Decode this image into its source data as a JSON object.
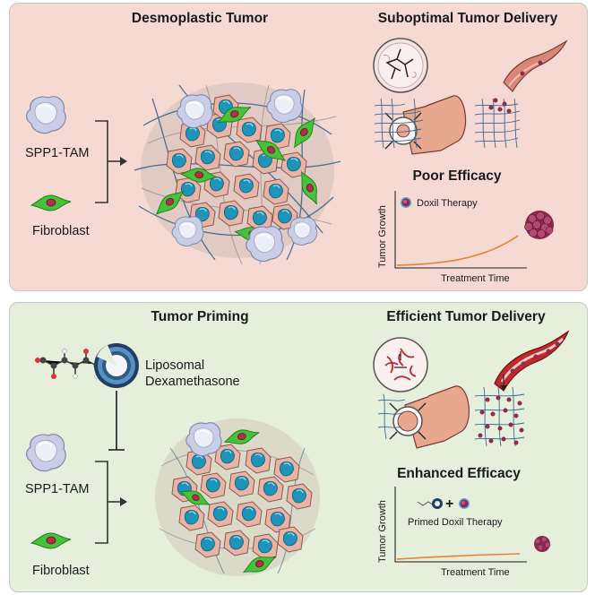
{
  "top": {
    "title_left": "Desmoplastic Tumor",
    "title_right": "Suboptimal Tumor Delivery",
    "efficacy_title": "Poor Efficacy",
    "cell_labels": [
      "SPP1-TAM",
      "Fibroblast"
    ],
    "legend_label": "Doxil Therapy",
    "y_axis": "Tumor Growth",
    "x_axis": "Treatment Time"
  },
  "bottom": {
    "title_left": "Tumor Priming",
    "title_right": "Efficient Tumor Delivery",
    "efficacy_title": "Enhanced Efficacy",
    "drug_label_line1": "Liposomal",
    "drug_label_line2": "Dexamethasone",
    "cell_labels": [
      "SPP1-TAM",
      "Fibroblast"
    ],
    "legend_plus": "+",
    "legend_label": "Primed Doxil Therapy",
    "y_axis": "Tumor Growth",
    "x_axis": "Treatment Time"
  },
  "colors": {
    "top_panel": "#f6d9d3",
    "bottom_panel": "#e6efdc",
    "growth_curve": "#e8822a",
    "tumor_cell": "#e9b4a6",
    "nucleus": "#1f93b8",
    "fibroblast": "#3fbf35",
    "macrophage": "#c9cde6",
    "vessel": "#e8a88f",
    "doxil": "#8d2a52"
  }
}
